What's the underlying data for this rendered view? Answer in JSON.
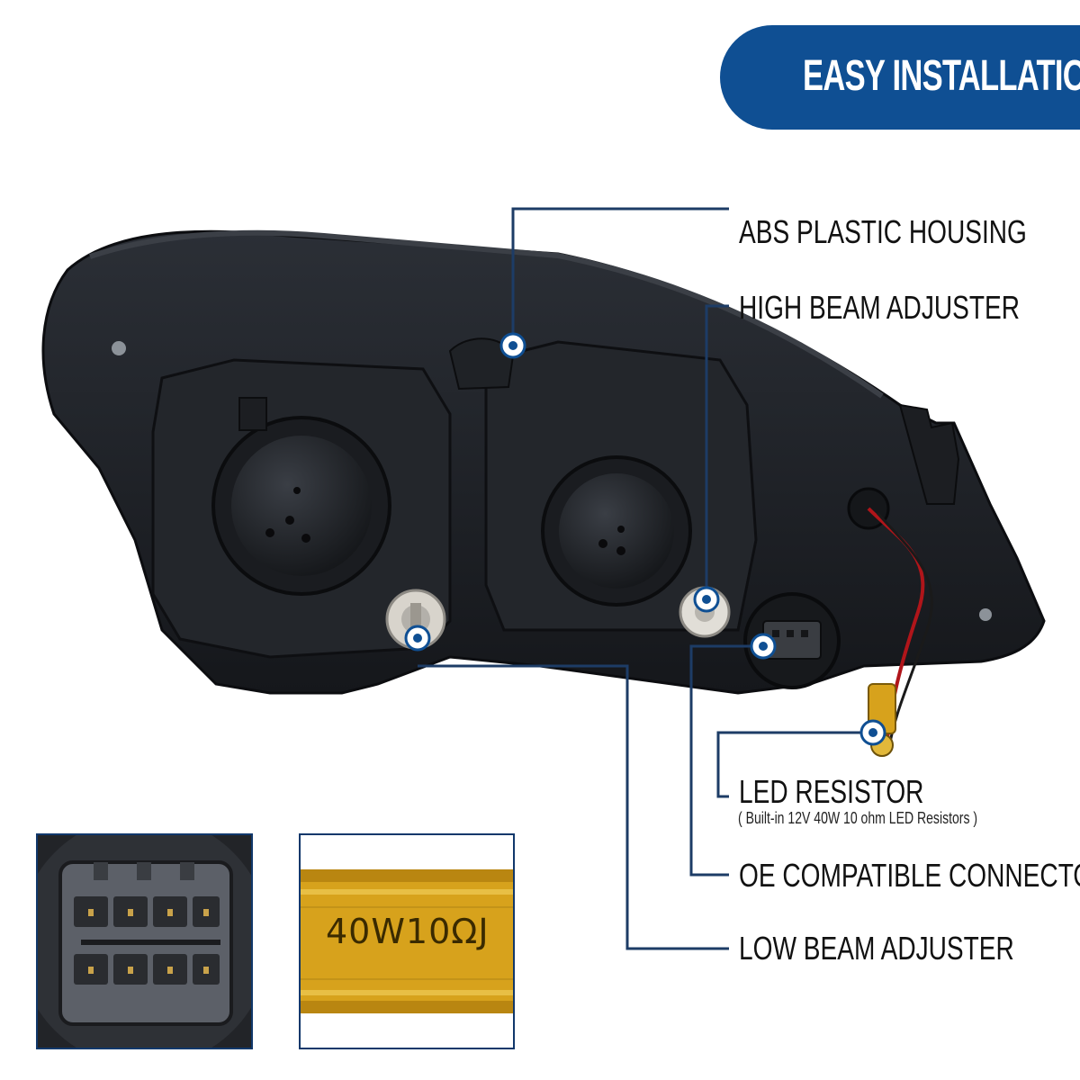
{
  "banner": {
    "title": "EASY INSTALLATION",
    "color": "#0f4f93"
  },
  "callouts": {
    "abs_housing": "ABS PLASTIC HOUSING",
    "high_beam": "HIGH BEAM ADJUSTER",
    "led_resistor": "LED RESISTOR",
    "led_resistor_note": "( Built-in 12V 40W 10 ohm LED Resistors )",
    "oe_connectors": "OE COMPATIBLE CONNECTORS",
    "low_beam": "LOW BEAM ADJUSTER"
  },
  "insets": {
    "resistor_marking": "40W10ΩJ"
  },
  "colors": {
    "accent": "#0f4f93",
    "line": "#1d3c66",
    "resistor_gold": "#d7a21c"
  }
}
